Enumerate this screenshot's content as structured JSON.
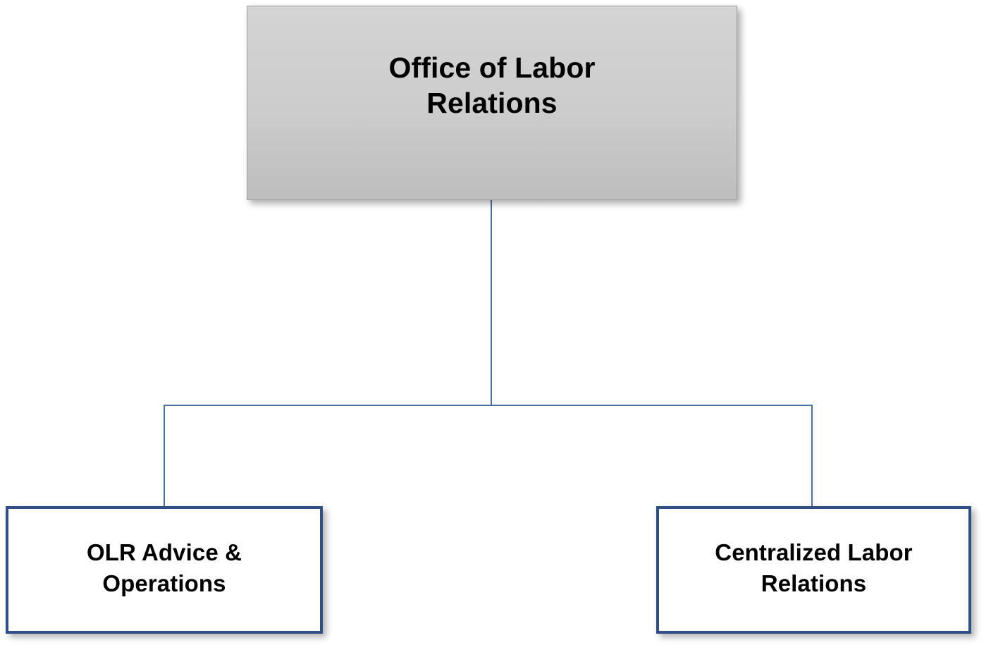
{
  "chart_data": {
    "type": "diagram",
    "subtype": "organizational-chart",
    "title": "Office of Labor Relations",
    "orientation": "top-down",
    "levels": 2,
    "nodes": [
      {
        "id": "root",
        "label": "Office of Labor\nRelations",
        "level": 0,
        "fill": "#cccccc",
        "border_color": "#9e9e9e",
        "text_color": "#000000",
        "children": [
          "olr-advice-operations",
          "centralized-labor-relations"
        ]
      },
      {
        "id": "olr-advice-operations",
        "label": "OLR Advice &\nOperations",
        "level": 1,
        "fill": "#ffffff",
        "border_color": "#2e5086",
        "text_color": "#000000",
        "children": []
      },
      {
        "id": "centralized-labor-relations",
        "label": "Centralized Labor\nRelations",
        "level": 1,
        "fill": "#ffffff",
        "border_color": "#2e5086",
        "text_color": "#000000",
        "children": []
      }
    ],
    "edges": [
      {
        "from": "root",
        "to": "olr-advice-operations"
      },
      {
        "from": "root",
        "to": "centralized-labor-relations"
      }
    ],
    "connector_color": "#4a6fa5"
  },
  "colors": {
    "background": "#ffffff",
    "root_fill_top": "#d4d4d4",
    "root_fill_bottom": "#bdbdbd",
    "root_border": "#9e9e9e",
    "child_fill": "#ffffff",
    "child_border": "#2e5086",
    "connector": "#4a6fa5",
    "text": "#000000"
  },
  "nodes": {
    "root": {
      "label": "Office of Labor\nRelations"
    },
    "left_child": {
      "label": "OLR Advice &\nOperations"
    },
    "right_child": {
      "label": "Centralized Labor\nRelations"
    }
  }
}
